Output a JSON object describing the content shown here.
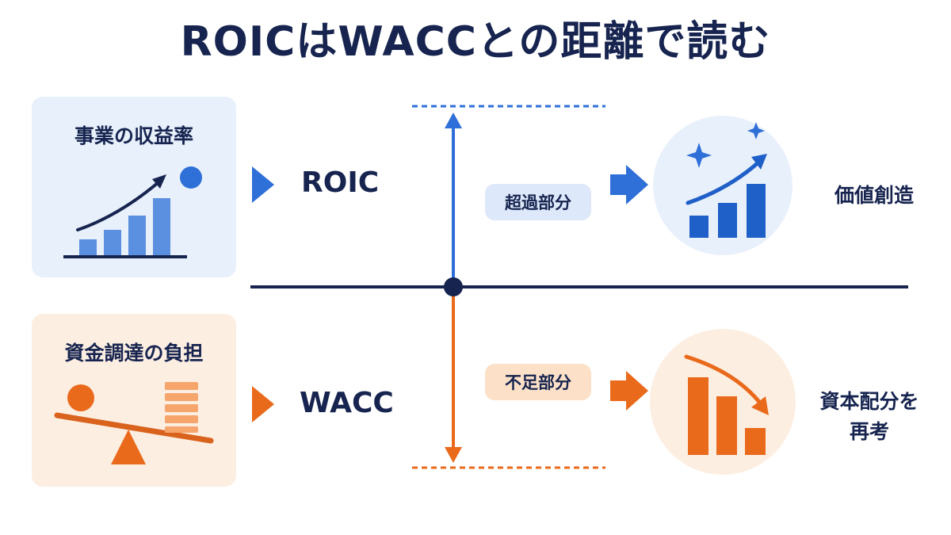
{
  "title": "ROICはWACCとの距離で読む",
  "top_row": {
    "card_label": "事業の収益率",
    "metric": "ROIC",
    "gap_label": "超過部分",
    "outcome": "価値創造",
    "color": "#2f6fd8"
  },
  "bottom_row": {
    "card_label": "資金調達の負担",
    "metric": "WACC",
    "gap_label": "不足部分",
    "outcome_line1": "資本配分を",
    "outcome_line2": "再考",
    "color": "#ea6a1c"
  },
  "colors": {
    "navy": "#16244f",
    "blue_card": "#e8f0fc",
    "orange_card": "#fdeee2"
  }
}
